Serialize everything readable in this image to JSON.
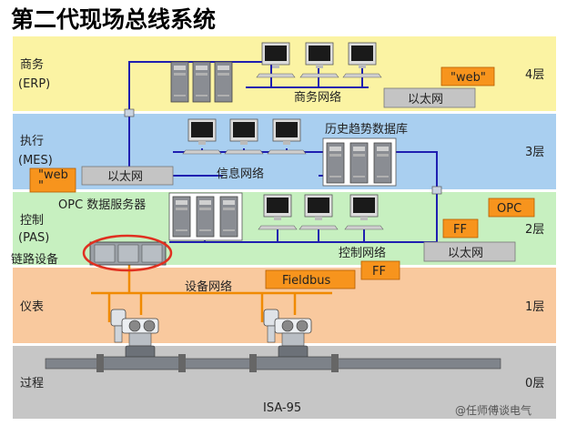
{
  "title": "第二代现场总线系统",
  "layers": [
    {
      "id": "erp",
      "name": "商务",
      "sub": "(ERP)",
      "tier": "4层",
      "color": "#fbf3a3"
    },
    {
      "id": "mes",
      "name": "执行",
      "sub": "(MES)",
      "tier": "3层",
      "color": "#a9cff0"
    },
    {
      "id": "pas",
      "name": "控制",
      "sub": "(PAS)",
      "tier": "2层",
      "color": "#c7f0c0"
    },
    {
      "id": "inst",
      "name": "仪表",
      "sub": "",
      "tier": "1层",
      "color": "#f9c99e"
    },
    {
      "id": "proc",
      "name": "过程",
      "sub": "",
      "tier": "0层",
      "color": "#c6c6c6"
    }
  ],
  "networks": {
    "business": "商务网络",
    "info": "信息网络",
    "control": "控制网络",
    "device": "设备网络"
  },
  "labels": {
    "history_db": "历史趋势数据库",
    "opc_server": "OPC 数据服务器",
    "link_device": "链路设备",
    "ethernet": "以太网",
    "web": "\"web\"",
    "web_mes_1": "\"web",
    "web_mes_2": "\"",
    "ff": "FF",
    "opc": "OPC",
    "fieldbus": "Fieldbus",
    "isa": "ISA-95",
    "watermark": "@任师傅谈电气"
  },
  "colors": {
    "network_line": "#1f1fb0",
    "field_line": "#f08a00",
    "callout": "#f7941d",
    "box_gray": "#c4c4c4",
    "link_highlight": "#e03020"
  }
}
